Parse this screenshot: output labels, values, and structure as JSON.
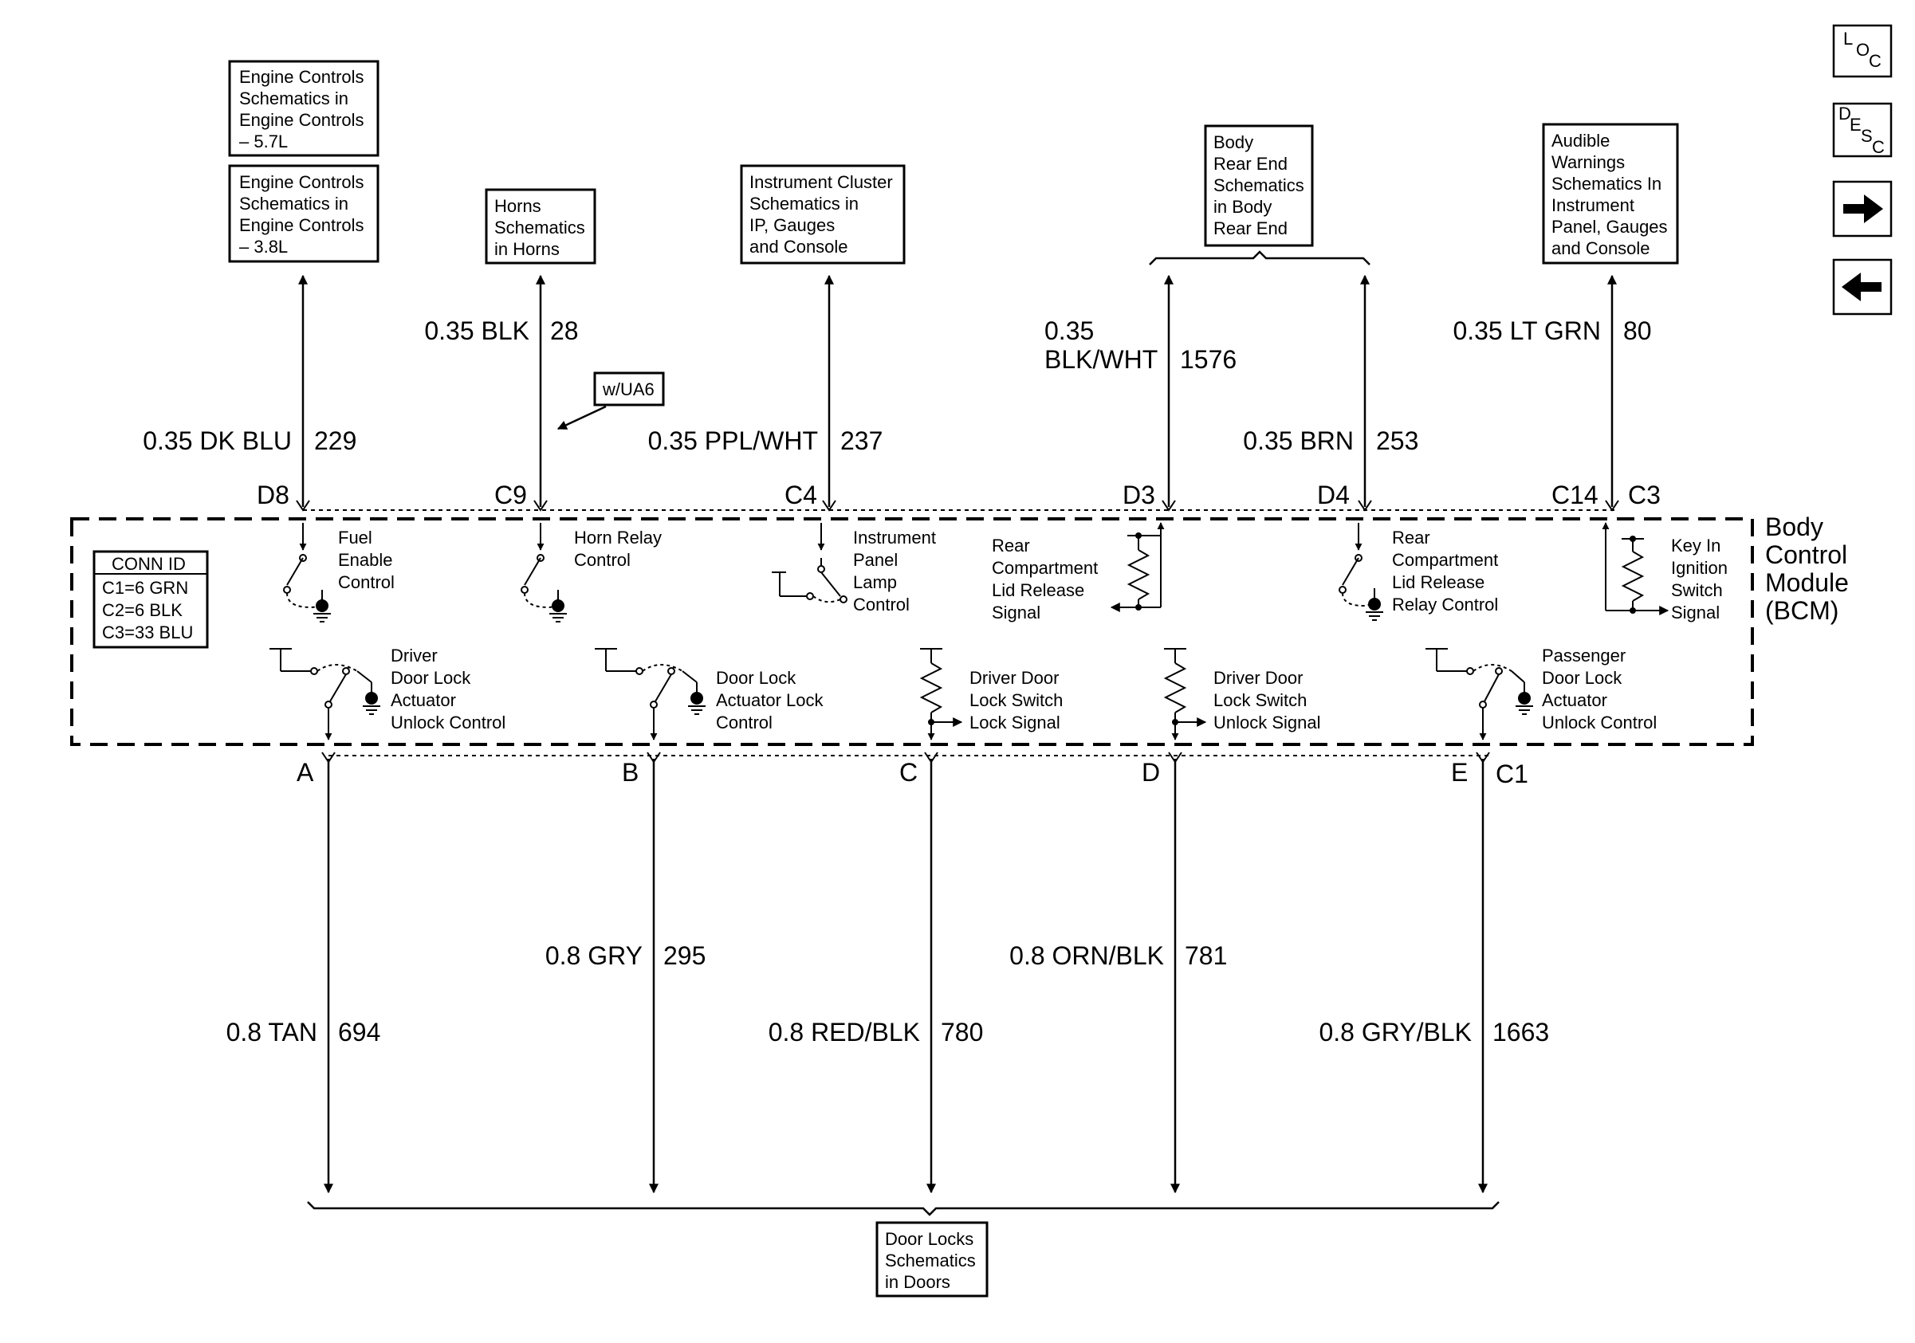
{
  "boxes": {
    "eng57": [
      "Engine Controls",
      "Schematics in",
      "Engine Controls",
      "– 5.7L"
    ],
    "eng38": [
      "Engine Controls",
      "Schematics in",
      "Engine Controls",
      "– 3.8L"
    ],
    "horns": [
      "Horns",
      "Schematics",
      "in Horns"
    ],
    "cluster": [
      "Instrument Cluster",
      "Schematics in",
      "IP, Gauges",
      "and Console"
    ],
    "body": [
      "Body",
      "Rear End",
      "Schematics",
      "in Body",
      "Rear End"
    ],
    "audible": [
      "Audible",
      "Warnings",
      "Schematics In",
      "Instrument",
      "Panel, Gauges",
      "and Console"
    ],
    "doors": [
      "Door Locks",
      "Schematics",
      "in Doors"
    ],
    "option": "w/UA6",
    "conn_id": [
      "CONN ID",
      "C1=6 GRN",
      "C2=6 BLK",
      "C3=33 BLU"
    ]
  },
  "module": [
    "Body",
    "Control",
    "Module",
    "(BCM)"
  ],
  "wires": {
    "d8": {
      "spec": "0.35 DK BLU",
      "circuit": "229",
      "pin": "D8"
    },
    "c9": {
      "spec": "0.35 BLK",
      "circuit": "28",
      "pin": "C9"
    },
    "c4": {
      "spec": "0.35 PPL/WHT",
      "circuit": "237",
      "pin": "C4"
    },
    "d3": {
      "spec_1": "0.35",
      "spec_2": "BLK/WHT",
      "circuit": "1576",
      "pin": "D3"
    },
    "d4": {
      "spec": "0.35 BRN",
      "circuit": "253",
      "pin": "D4"
    },
    "c14": {
      "spec": "0.35 LT GRN",
      "circuit": "80",
      "pin": "C14"
    },
    "c3_conn": "C3",
    "a": {
      "spec": "0.8 TAN",
      "circuit": "694",
      "pin": "A"
    },
    "b": {
      "spec": "0.8 GRY",
      "circuit": "295",
      "pin": "B"
    },
    "c": {
      "spec": "0.8 RED/BLK",
      "circuit": "780",
      "pin": "C"
    },
    "d": {
      "spec": "0.8 ORN/BLK",
      "circuit": "781",
      "pin": "D"
    },
    "e": {
      "spec": "0.8 GRY/BLK",
      "circuit": "1663",
      "pin": "E"
    },
    "c1_conn": "C1"
  },
  "functions": {
    "fuel": [
      "Fuel",
      "Enable",
      "Control"
    ],
    "horn_relay": [
      "Horn Relay",
      "Control"
    ],
    "panel_lamp": [
      "Instrument",
      "Panel",
      "Lamp",
      "Control"
    ],
    "rear_signal": [
      "Rear",
      "Compartment",
      "Lid Release",
      "Signal"
    ],
    "rear_relay": [
      "Rear",
      "Compartment",
      "Lid Release",
      "Relay Control"
    ],
    "key_in": [
      "Key In",
      "Ignition",
      "Switch",
      "Signal"
    ],
    "drv_unlock": [
      "Driver",
      "Door Lock",
      "Actuator",
      "Unlock Control"
    ],
    "lock_ctrl": [
      "Door Lock",
      "Actuator Lock",
      "Control"
    ],
    "drv_lock_sig": [
      "Driver Door",
      "Lock Switch",
      "Lock Signal"
    ],
    "drv_unlock_sig": [
      "Driver Door",
      "Lock Switch",
      "Unlock Signal"
    ],
    "pass_unlock": [
      "Passenger",
      "Door Lock",
      "Actuator",
      "Unlock Control"
    ]
  },
  "nav": {
    "loc": [
      "L",
      "O",
      "C"
    ],
    "desc": [
      "D",
      "E",
      "S",
      "C"
    ]
  },
  "icons": [
    "arrow-right-icon",
    "arrow-left-icon",
    "ground-icon",
    "switch-icon",
    "resistor-icon"
  ]
}
